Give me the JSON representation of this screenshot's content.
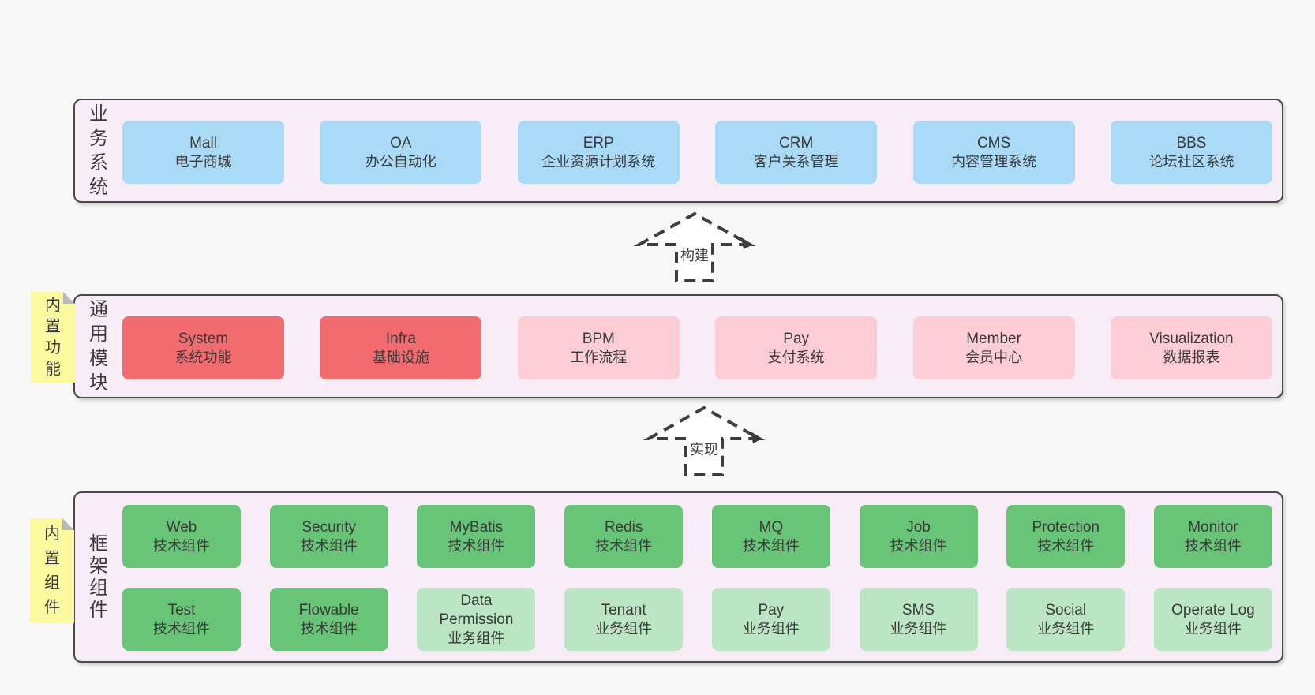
{
  "colors": {
    "page_bg": "#f8f8f8",
    "container_bg": "#f8edf6",
    "container_border": "#4a4a4a",
    "blue": "#a9dbf7",
    "red": "#f16b6f",
    "pink": "#fccdd5",
    "green_dark": "#68c476",
    "green_light": "#bae6c3",
    "note_bg": "#fbfa9e",
    "note_fold": "#b9b9b9",
    "dash": "#3d3d3d",
    "text": "#3a3a3a"
  },
  "sections": {
    "business": {
      "label": "业务系统",
      "boxes": [
        {
          "title": "Mall",
          "subtitle": "电子商城",
          "variant": "blue"
        },
        {
          "title": "OA",
          "subtitle": "办公自动化",
          "variant": "blue"
        },
        {
          "title": "ERP",
          "subtitle": "企业资源计划系统",
          "variant": "blue"
        },
        {
          "title": "CRM",
          "subtitle": "客户关系管理",
          "variant": "blue"
        },
        {
          "title": "CMS",
          "subtitle": "内容管理系统",
          "variant": "blue"
        },
        {
          "title": "BBS",
          "subtitle": "论坛社区系统",
          "variant": "blue"
        }
      ]
    },
    "modules": {
      "label": "通用模块",
      "note": "内置功能",
      "boxes": [
        {
          "title": "System",
          "subtitle": "系统功能",
          "variant": "red"
        },
        {
          "title": "Infra",
          "subtitle": "基础设施",
          "variant": "red"
        },
        {
          "title": "BPM",
          "subtitle": "工作流程",
          "variant": "pink"
        },
        {
          "title": "Pay",
          "subtitle": "支付系统",
          "variant": "pink"
        },
        {
          "title": "Member",
          "subtitle": "会员中心",
          "variant": "pink"
        },
        {
          "title": "Visualization",
          "subtitle": "数据报表",
          "variant": "pink"
        }
      ]
    },
    "framework": {
      "label": "框架组件",
      "note": "内置组件",
      "rows": [
        [
          {
            "title": "Web",
            "subtitle": "技术组件",
            "variant": "green"
          },
          {
            "title": "Security",
            "subtitle": "技术组件",
            "variant": "green"
          },
          {
            "title": "MyBatis",
            "subtitle": "技术组件",
            "variant": "green"
          },
          {
            "title": "Redis",
            "subtitle": "技术组件",
            "variant": "green"
          },
          {
            "title": "MQ",
            "subtitle": "技术组件",
            "variant": "green"
          },
          {
            "title": "Job",
            "subtitle": "技术组件",
            "variant": "green"
          },
          {
            "title": "Protection",
            "subtitle": "技术组件",
            "variant": "green"
          },
          {
            "title": "Monitor",
            "subtitle": "技术组件",
            "variant": "green"
          }
        ],
        [
          {
            "title": "Test",
            "subtitle": "技术组件",
            "variant": "green"
          },
          {
            "title": "Flowable",
            "subtitle": "技术组件",
            "variant": "green"
          },
          {
            "title": "Data Permission",
            "subtitle": "业务组件",
            "variant": "green-light"
          },
          {
            "title": "Tenant",
            "subtitle": "业务组件",
            "variant": "green-light"
          },
          {
            "title": "Pay",
            "subtitle": "业务组件",
            "variant": "green-light"
          },
          {
            "title": "SMS",
            "subtitle": "业务组件",
            "variant": "green-light"
          },
          {
            "title": "Social",
            "subtitle": "业务组件",
            "variant": "green-light"
          },
          {
            "title": "Operate Log",
            "subtitle": "业务组件",
            "variant": "green-light"
          }
        ]
      ]
    }
  },
  "arrows": [
    {
      "label": "构建"
    },
    {
      "label": "实现"
    }
  ]
}
